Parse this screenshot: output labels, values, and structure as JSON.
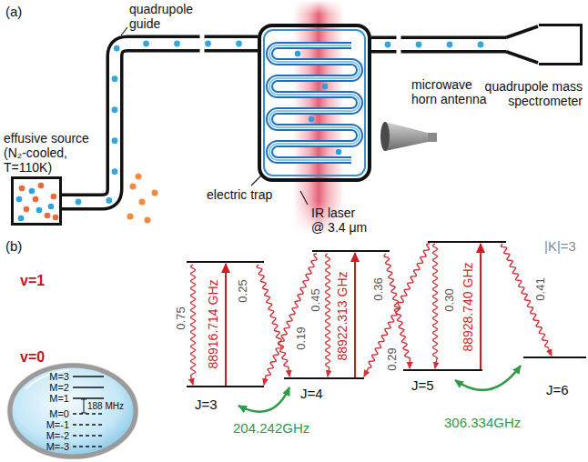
{
  "diagram": {
    "nodes": [
      {
        "text": [
          "effusive source (N₂-cooled, T=110K)"
        ]
      },
      {
        "text": [
          "electric trap"
        ]
      },
      {
        "text": [
          "quadrupole mass spectrometer"
        ]
      },
      {
        "text": [
          "M=3",
          "M=2",
          "M=1",
          "M=0",
          "M=-1",
          "M=-2",
          "M=-3",
          "188 MHz"
        ]
      }
    ],
    "edges": [
      {
        "from": 0,
        "to": 1,
        "arrow": "none"
      },
      {
        "from": 1,
        "to": 2,
        "arrow": "none"
      }
    ],
    "labels": [
      "(a)",
      "quadrupole guide",
      "IR laser @ 3.4 μm",
      "microwave horn antenna",
      "(b)",
      "|K|=3",
      "v=1",
      "v=0",
      "0.75",
      "0.25",
      "0.19",
      "0.45",
      "0.36",
      "0.29",
      "0.30",
      "0.41",
      "88916.714 GHz",
      "88922.313 GHz",
      "88928.740 GHz",
      "J=3",
      "J=4",
      "J=5",
      "J=6",
      "204.242GHz",
      "306.334GHz"
    ]
  }
}
